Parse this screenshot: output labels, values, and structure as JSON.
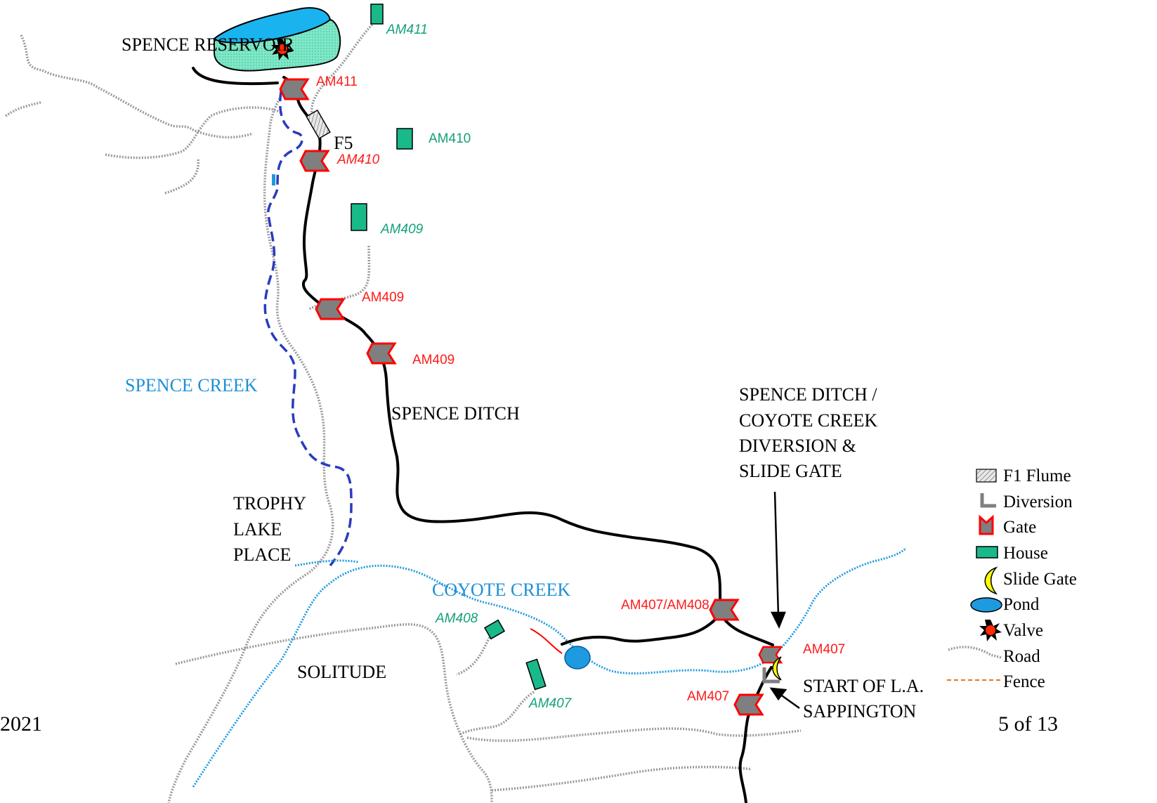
{
  "places": {
    "spence_reservoir": "SPENCE RESERVOIR",
    "spence_creek": "SPENCE CREEK",
    "spence_ditch": "SPENCE DITCH",
    "trophy_lake_place": [
      "TROPHY",
      "LAKE",
      "PLACE"
    ],
    "coyote_creek": "COYOTE CREEK",
    "solitude": "SOLITUDE",
    "diversion_note": [
      "SPENCE DITCH /",
      "COYOTE CREEK",
      "DIVERSION &",
      "SLIDE GATE"
    ],
    "start_note": [
      "START OF L.A.",
      "SAPPINGTON"
    ],
    "flume": "F5"
  },
  "gates": {
    "am411": "AM411",
    "am410": "AM410",
    "am409_upper": "AM409",
    "am409_lower": "AM409",
    "am407_408": "AM407/AM408",
    "am407_upper": "AM407",
    "am407_lower": "AM407"
  },
  "houses": {
    "am411": "AM411",
    "am410": "AM410",
    "am409": "AM409",
    "am408": "AM408",
    "am407": "AM407"
  },
  "legend": {
    "flume": "F1 Flume",
    "diversion": "Diversion",
    "gate": "Gate",
    "house": "House",
    "slide_gate": "Slide Gate",
    "pond": "Pond",
    "valve": "Valve",
    "road": "Road",
    "fence": "Fence"
  },
  "footer": {
    "year": "2021",
    "page": "5  of 13"
  },
  "colors": {
    "ditch": "#000000",
    "creek_spence": "#2a3bbd",
    "creek_coyote": "#1e9ae0",
    "road": "#a0a0a0",
    "gate_fill": "#7f7f7f",
    "gate_stroke": "#ff0000",
    "house": "#19b98a",
    "reservoir_top": "#19b4f0",
    "reservoir_bottom": "#7fe8c8",
    "pond": "#1e9ae0",
    "slide_gate": "#ffff00",
    "fence": "#e07820"
  }
}
